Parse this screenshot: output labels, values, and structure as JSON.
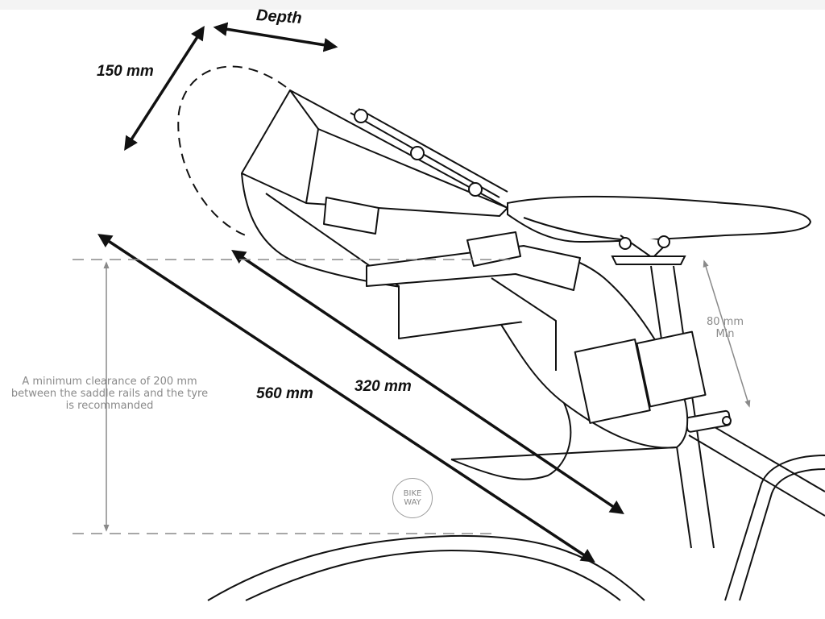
{
  "labels": {
    "depth": "Depth",
    "height": "150 mm",
    "length_total": "560 mm",
    "length_bag": "320 mm",
    "seatpost_min_value": "80 mm",
    "seatpost_min_word": "Min"
  },
  "clearance_note": {
    "line1": "A minimum clearance of 200 mm",
    "line2": "between the saddle rails and the tyre",
    "line3": "is recommanded"
  },
  "watermark": {
    "line1": "BIKE",
    "line2": "WAY"
  },
  "colors": {
    "line": "#111111",
    "guide": "#8a8a8a",
    "background": "#ffffff"
  }
}
